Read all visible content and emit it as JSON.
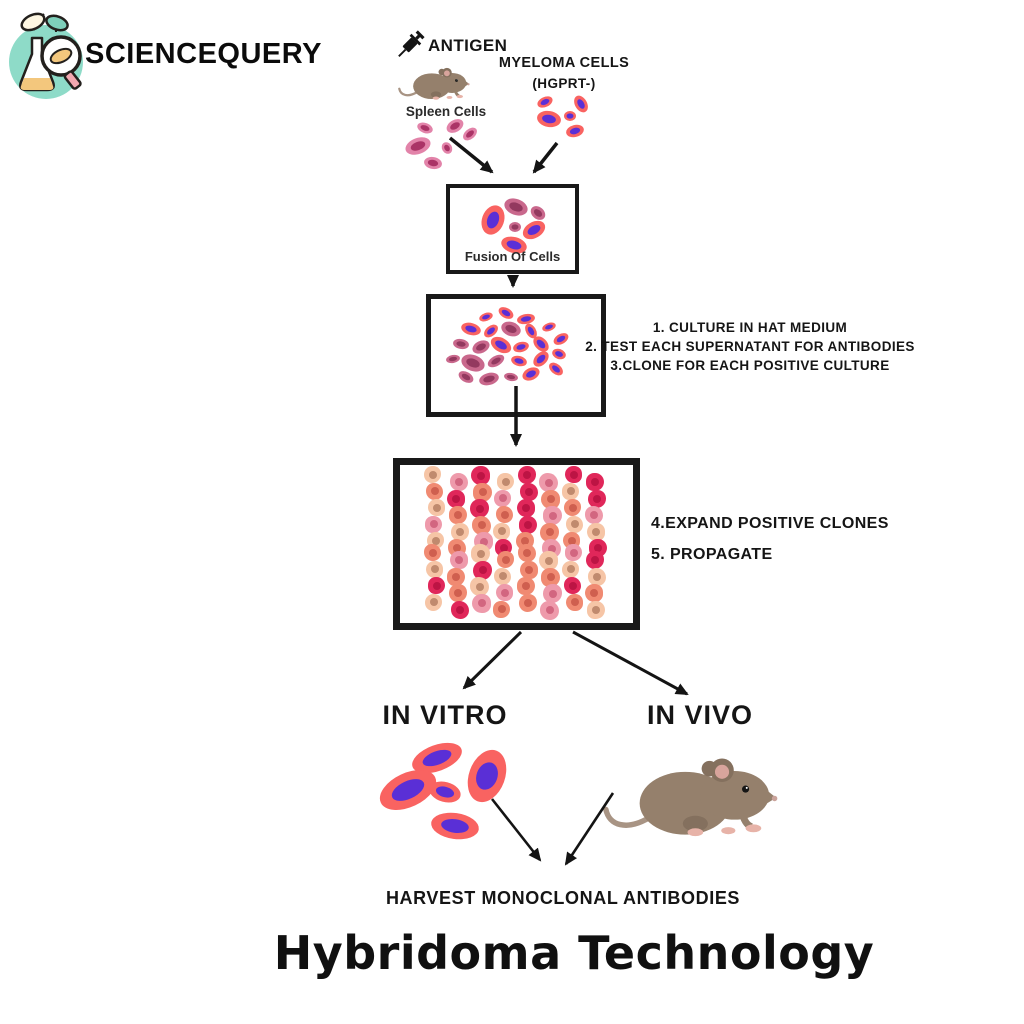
{
  "page": {
    "background": "#ffffff",
    "title": "Hybridoma Technology"
  },
  "logo": {
    "text": "SCIENCEQUERY",
    "icon": "flask-magnifier-leaves",
    "circle_color": "#8edbc8"
  },
  "diagram": {
    "antigen_label": "ANTIGEN",
    "spleen_label": "Spleen Cells",
    "myeloma_label_line1": "MYELOMA CELLS",
    "myeloma_label_line2": "(HGPRT-)",
    "fusion_box_label": "Fusion Of Cells",
    "culture_steps": [
      "1. CULTURE IN HAT MEDIUM",
      "2. TEST EACH SUPERNATANT FOR ANTIBODIES",
      "3.CLONE FOR EACH POSITIVE CULTURE"
    ],
    "expand_steps": [
      "4.EXPAND POSITIVE CLONES",
      "5. PROPAGATE"
    ],
    "branch_left_label": "IN VITRO",
    "branch_right_label": "IN VIVO",
    "harvest_label": "HARVEST MONOCLONAL ANTIBODIES",
    "expand_box_grid": {
      "rows": 9,
      "cols": 8,
      "palette": [
        [
          "#e0275a",
          "#bc1444"
        ],
        [
          "#f08a72",
          "#cf5f4f"
        ],
        [
          "#f6c5a6",
          "#c08a6e"
        ],
        [
          "#ee9aab",
          "#d26680"
        ]
      ],
      "pattern": [
        [
          2,
          3,
          0,
          2,
          0,
          3,
          0,
          0
        ],
        [
          1,
          0,
          1,
          3,
          0,
          1,
          2,
          0
        ],
        [
          2,
          1,
          0,
          1,
          0,
          3,
          1,
          3
        ],
        [
          3,
          2,
          1,
          2,
          0,
          1,
          2,
          2
        ],
        [
          2,
          1,
          3,
          0,
          1,
          3,
          1,
          0
        ],
        [
          1,
          3,
          2,
          1,
          1,
          2,
          3,
          0
        ],
        [
          2,
          1,
          0,
          2,
          1,
          1,
          2,
          2
        ],
        [
          0,
          1,
          2,
          3,
          1,
          3,
          0,
          1
        ],
        [
          2,
          0,
          3,
          1,
          1,
          3,
          1,
          2
        ]
      ]
    }
  },
  "colors": {
    "arrow": "#141414",
    "box_border": "#191919",
    "myeloma_cell_outer": "#f96361",
    "myeloma_cell_nucleus": "#5a2fd6",
    "spleen_cell_outer": "#e283a9",
    "spleen_cell_inner": "#aa3366",
    "plum_cell_outer": "#c9688c",
    "plum_cell_inner": "#93395f",
    "mouse_body": "#95806c",
    "logo_circle": "#8edbc8"
  }
}
